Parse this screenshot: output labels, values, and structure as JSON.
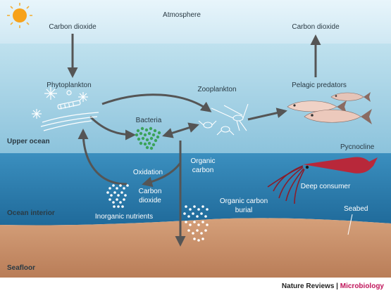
{
  "zones": {
    "atmosphere": "Atmosphere",
    "upper_ocean": "Upper ocean",
    "ocean_interior": "Ocean interior",
    "seafloor": "Seafloor",
    "pycnocline": "Pycnocline",
    "seabed": "Seabed"
  },
  "nodes": {
    "co2_in": "Carbon dioxide",
    "co2_out": "Carbon dioxide",
    "phytoplankton": "Phytoplankton",
    "zooplankton": "Zooplankton",
    "pelagic_predators": "Pelagic predators",
    "bacteria": "Bacteria",
    "organic_carbon_1": "Organic",
    "organic_carbon_2": "carbon",
    "oxidation": "Oxidation",
    "co2_interior_1": "Carbon",
    "co2_interior_2": "dioxide",
    "inorganic_nutrients": "Inorganic nutrients",
    "burial_1": "Organic carbon",
    "burial_2": "burial",
    "deep_consumer": "Deep consumer"
  },
  "credit": {
    "journal": "Nature Reviews",
    "separator": " | ",
    "section": "Microbiology"
  },
  "colors": {
    "sky": "#dff0f8",
    "upper_ocean": "#a8d4e6",
    "interior": "#2f84b4",
    "seafloor": "#c9906a",
    "arrow": "#555555",
    "bacteria": "#3aa35a",
    "squid": "#b8283a",
    "accent": "#c0145a"
  }
}
